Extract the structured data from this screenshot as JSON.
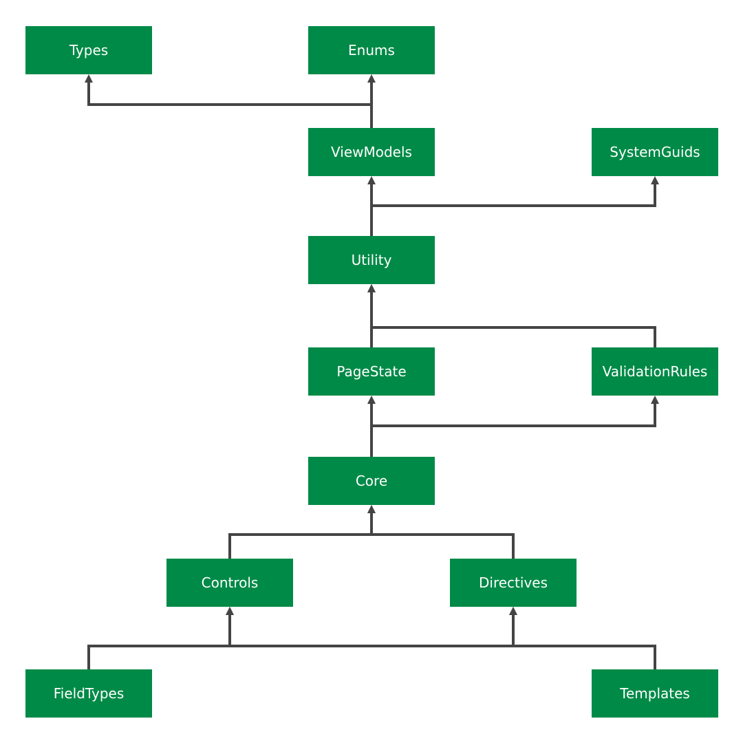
{
  "colors": {
    "node_fill": "#008a47",
    "node_text": "#ffffff",
    "edge": "#444444",
    "background": "#ffffff"
  },
  "nodes": [
    {
      "id": "types",
      "label": "Types"
    },
    {
      "id": "enums",
      "label": "Enums"
    },
    {
      "id": "viewmodels",
      "label": "ViewModels"
    },
    {
      "id": "systemguids",
      "label": "SystemGuids"
    },
    {
      "id": "utility",
      "label": "Utility"
    },
    {
      "id": "pagestate",
      "label": "PageState"
    },
    {
      "id": "validationrules",
      "label": "ValidationRules"
    },
    {
      "id": "core",
      "label": "Core"
    },
    {
      "id": "controls",
      "label": "Controls"
    },
    {
      "id": "directives",
      "label": "Directives"
    },
    {
      "id": "fieldtypes",
      "label": "FieldTypes"
    },
    {
      "id": "templates",
      "label": "Templates"
    }
  ],
  "edges": [
    {
      "from": "viewmodels",
      "to": "types"
    },
    {
      "from": "viewmodels",
      "to": "enums"
    },
    {
      "from": "utility",
      "to": "viewmodels"
    },
    {
      "from": "utility",
      "to": "systemguids"
    },
    {
      "from": "pagestate",
      "to": "utility"
    },
    {
      "from": "validationrules",
      "to": "utility"
    },
    {
      "from": "core",
      "to": "pagestate"
    },
    {
      "from": "core",
      "to": "validationrules"
    },
    {
      "from": "controls",
      "to": "core"
    },
    {
      "from": "directives",
      "to": "core"
    },
    {
      "from": "fieldtypes",
      "to": "controls"
    },
    {
      "from": "fieldtypes",
      "to": "directives"
    },
    {
      "from": "templates",
      "to": "controls"
    },
    {
      "from": "templates",
      "to": "directives"
    }
  ]
}
